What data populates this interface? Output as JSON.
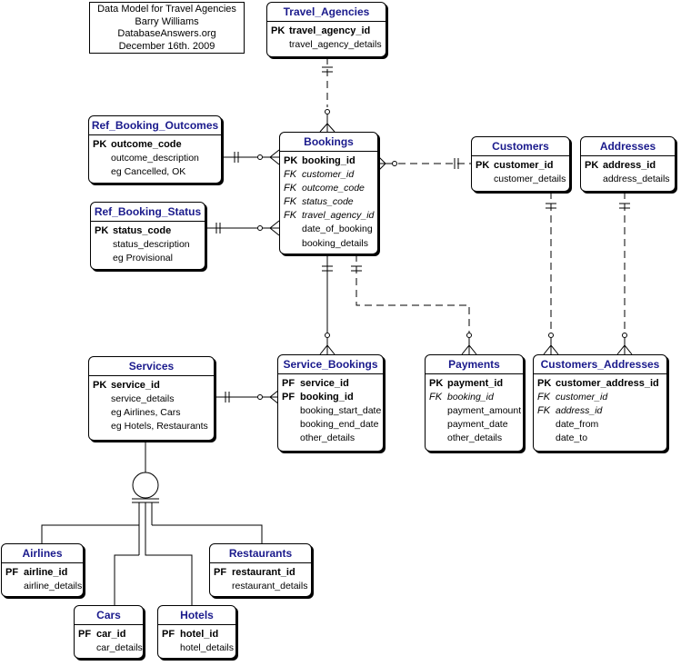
{
  "note": {
    "lines": [
      "Data Model for Travel Agencies",
      "Barry Williams",
      "DatabaseAnswers.org",
      "December 16th. 2009"
    ]
  },
  "entities": {
    "travel_agencies": {
      "title": "Travel_Agencies",
      "rows": [
        {
          "k": "PK",
          "t": "travel_agency_id"
        },
        {
          "k": "",
          "t": "travel_agency_details"
        }
      ]
    },
    "ref_booking_outcomes": {
      "title": "Ref_Booking_Outcomes",
      "rows": [
        {
          "k": "PK",
          "t": "outcome_code"
        },
        {
          "k": "",
          "t": "outcome_description"
        },
        {
          "k": "",
          "t": "eg Cancelled, OK"
        }
      ]
    },
    "ref_booking_status": {
      "title": "Ref_Booking_Status",
      "rows": [
        {
          "k": "PK",
          "t": "status_code"
        },
        {
          "k": "",
          "t": "status_description"
        },
        {
          "k": "",
          "t": "eg Provisional"
        }
      ]
    },
    "bookings": {
      "title": "Bookings",
      "rows": [
        {
          "k": "PK",
          "t": "booking_id"
        },
        {
          "k": "FK",
          "t": "customer_id"
        },
        {
          "k": "FK",
          "t": "outcome_code"
        },
        {
          "k": "FK",
          "t": "status_code"
        },
        {
          "k": "FK",
          "t": "travel_agency_id"
        },
        {
          "k": "",
          "t": "date_of_booking"
        },
        {
          "k": "",
          "t": "booking_details"
        }
      ]
    },
    "customers": {
      "title": "Customers",
      "rows": [
        {
          "k": "PK",
          "t": "customer_id"
        },
        {
          "k": "",
          "t": "customer_details"
        }
      ]
    },
    "addresses": {
      "title": "Addresses",
      "rows": [
        {
          "k": "PK",
          "t": "address_id"
        },
        {
          "k": "",
          "t": "address_details"
        }
      ]
    },
    "services": {
      "title": "Services",
      "rows": [
        {
          "k": "PK",
          "t": "service_id"
        },
        {
          "k": "",
          "t": "service_details"
        },
        {
          "k": "",
          "t": "eg Airlines, Cars"
        },
        {
          "k": "",
          "t": "eg Hotels, Restaurants"
        }
      ]
    },
    "service_bookings": {
      "title": "Service_Bookings",
      "rows": [
        {
          "k": "PF",
          "t": "service_id"
        },
        {
          "k": "PF",
          "t": "booking_id"
        },
        {
          "k": "",
          "t": "booking_start_date"
        },
        {
          "k": "",
          "t": "booking_end_date"
        },
        {
          "k": "",
          "t": "other_details"
        }
      ]
    },
    "payments": {
      "title": "Payments",
      "rows": [
        {
          "k": "PK",
          "t": "payment_id"
        },
        {
          "k": "FK",
          "t": "booking_id"
        },
        {
          "k": "",
          "t": "payment_amount"
        },
        {
          "k": "",
          "t": "payment_date"
        },
        {
          "k": "",
          "t": "other_details"
        }
      ]
    },
    "customers_addresses": {
      "title": "Customers_Addresses",
      "rows": [
        {
          "k": "PK",
          "t": "customer_address_id"
        },
        {
          "k": "FK",
          "t": "customer_id"
        },
        {
          "k": "FK",
          "t": "address_id"
        },
        {
          "k": "",
          "t": "date_from"
        },
        {
          "k": "",
          "t": "date_to"
        }
      ]
    },
    "airlines": {
      "title": "Airlines",
      "rows": [
        {
          "k": "PF",
          "t": "airline_id"
        },
        {
          "k": "",
          "t": "airline_details"
        }
      ]
    },
    "restaurants": {
      "title": "Restaurants",
      "rows": [
        {
          "k": "PF",
          "t": "restaurant_id"
        },
        {
          "k": "",
          "t": "restaurant_details"
        }
      ]
    },
    "cars": {
      "title": "Cars",
      "rows": [
        {
          "k": "PF",
          "t": "car_id"
        },
        {
          "k": "",
          "t": "car_details"
        }
      ]
    },
    "hotels": {
      "title": "Hotels",
      "rows": [
        {
          "k": "PF",
          "t": "hotel_id"
        },
        {
          "k": "",
          "t": "hotel_details"
        }
      ]
    }
  },
  "colors": {
    "title": "#1a1a8c",
    "line": "#000000"
  }
}
